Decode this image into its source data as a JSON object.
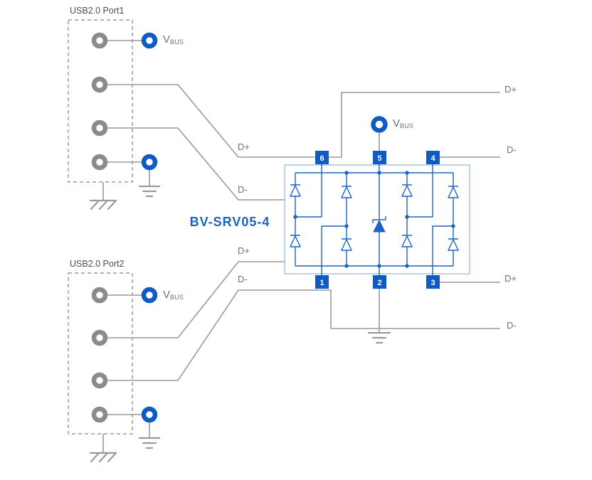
{
  "ports": {
    "port1": {
      "label": "USB2.0 Port1"
    },
    "port2": {
      "label": "USB2.0 Port2"
    }
  },
  "ic": {
    "part_number": "BV-SRV05-4",
    "pins": {
      "p1": "1",
      "p2": "2",
      "p3": "3",
      "p4": "4",
      "p5": "5",
      "p6": "6"
    }
  },
  "signals": {
    "dplus": "D+",
    "dminus": "D-"
  },
  "vbus": {
    "main": "V",
    "sub": "BUS"
  },
  "colors": {
    "wire": "#9a9a9a",
    "pin_gray": "#8b8b8b",
    "blue": "#0f5ac4",
    "ic_blue": "#1a63c0",
    "ic_border": "#a8c6e6",
    "label": "#707070",
    "port_label": "#4d4d4d"
  }
}
